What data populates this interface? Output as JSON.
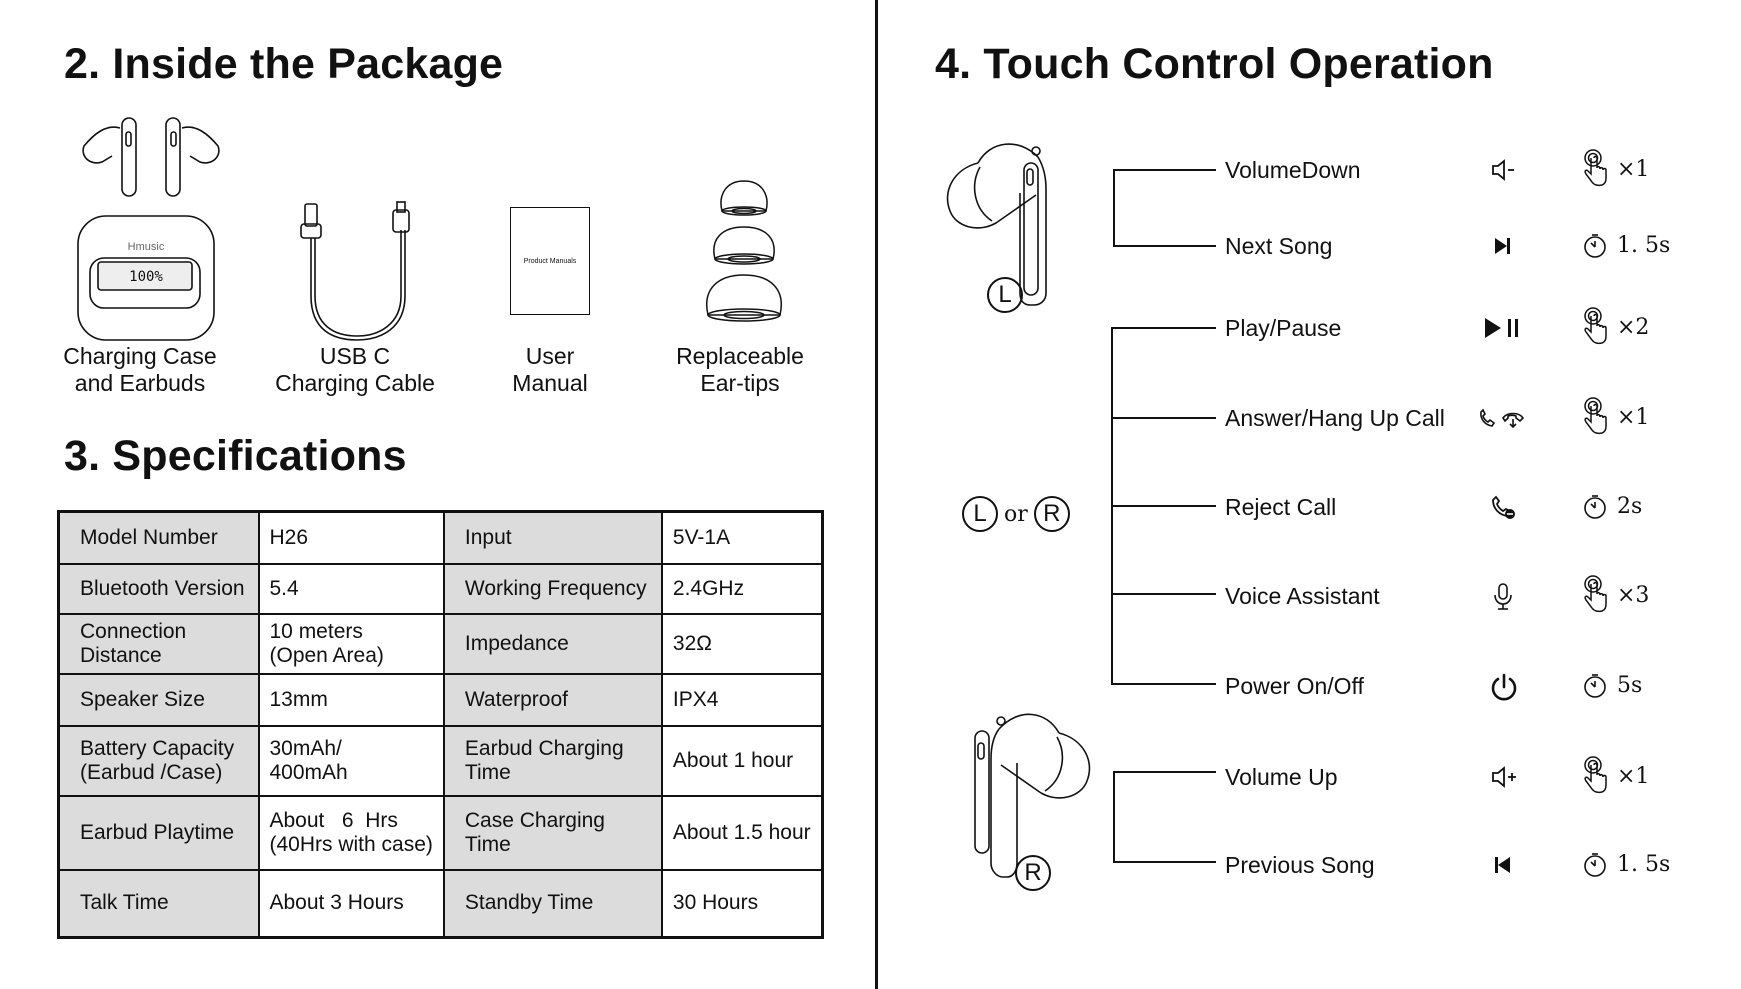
{
  "package": {
    "title": "2. Inside the Package",
    "case_brand": "Hmusic",
    "case_display": "100%",
    "manual_cover": "Product Manuals",
    "items": [
      {
        "line1": "Charging Case",
        "line2": "and Earbuds"
      },
      {
        "line1": "USB C",
        "line2": "Charging Cable"
      },
      {
        "line1": "User",
        "line2": "Manual"
      },
      {
        "line1": "Replaceable",
        "line2": "Ear-tips"
      }
    ]
  },
  "specs": {
    "title": "3. Specifications",
    "rows": [
      {
        "k1": "Model Number",
        "v1": "H26",
        "k2": "Input",
        "v2": "5V-1A"
      },
      {
        "k1": "Bluetooth Version",
        "v1": "5.4",
        "k2": "Working Frequency",
        "v2": "2.4GHz"
      },
      {
        "k1": "Connection\nDistance",
        "v1": "10 meters\n(Open Area)",
        "k2": "Impedance",
        "v2": "32Ω"
      },
      {
        "k1": "Speaker Size",
        "v1": "13mm",
        "k2": "Waterproof",
        "v2": "IPX4"
      },
      {
        "k1": "Battery Capacity\n(Earbud /Case)",
        "v1": "30mAh/\n400mAh",
        "k2": "Earbud Charging\nTime",
        "v2": "About 1 hour"
      },
      {
        "k1": "Earbud Playtime",
        "v1": "About   6  Hrs\n(40Hrs with case)",
        "k2": "Case Charging\nTime",
        "v2": "About 1.5 hour"
      },
      {
        "k1": "Talk Time",
        "v1": "About 3 Hours",
        "k2": "Standby Time",
        "v2": "30 Hours"
      }
    ]
  },
  "controls": {
    "title": "4. Touch Control Operation",
    "left_badge": "L",
    "right_badge": "R",
    "or_text": "or",
    "items": [
      {
        "label": "VolumeDown",
        "icon": "volume-down-icon",
        "gesture": "tap",
        "action": "×1"
      },
      {
        "label": "Next Song",
        "icon": "next-track-icon",
        "gesture": "hold",
        "action": "1. 5s"
      },
      {
        "label": "Play/Pause",
        "icon": "play-pause-icon",
        "gesture": "tap",
        "action": "×2"
      },
      {
        "label": "Answer/Hang Up Call",
        "icon": "answer-hangup-icon",
        "gesture": "tap",
        "action": "×1"
      },
      {
        "label": "Reject Call",
        "icon": "reject-call-icon",
        "gesture": "hold",
        "action": "2s"
      },
      {
        "label": "Voice Assistant",
        "icon": "microphone-icon",
        "gesture": "tap",
        "action": "×3"
      },
      {
        "label": "Power On/Off",
        "icon": "power-icon",
        "gesture": "hold",
        "action": "5s"
      },
      {
        "label": "Volume Up",
        "icon": "volume-up-icon",
        "gesture": "tap",
        "action": "×1"
      },
      {
        "label": "Previous Song",
        "icon": "previous-track-icon",
        "gesture": "hold",
        "action": "1. 5s"
      }
    ]
  }
}
